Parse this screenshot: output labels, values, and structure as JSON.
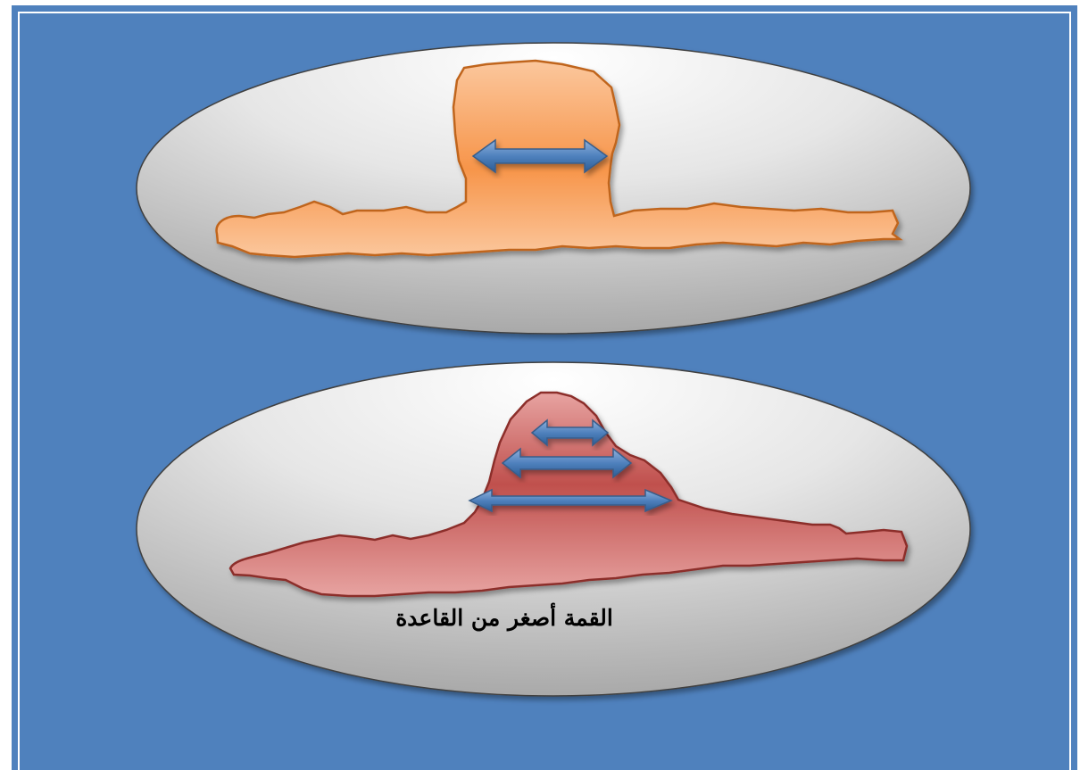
{
  "diagram": {
    "caption": "القمة أصغر من القاعدة",
    "colors": {
      "background": "#4f81bd",
      "ellipse_light": "#ffffff",
      "ellipse_dark": "#a6a6a6",
      "top_landform": "#f79646",
      "bottom_landform": "#c0504d",
      "arrow": "#4f81bd"
    },
    "panels": [
      {
        "name": "top-panel",
        "landform": "uniform-width-plateau",
        "arrows": 1
      },
      {
        "name": "bottom-panel",
        "landform": "tapering-peak",
        "arrows": 3
      }
    ]
  }
}
